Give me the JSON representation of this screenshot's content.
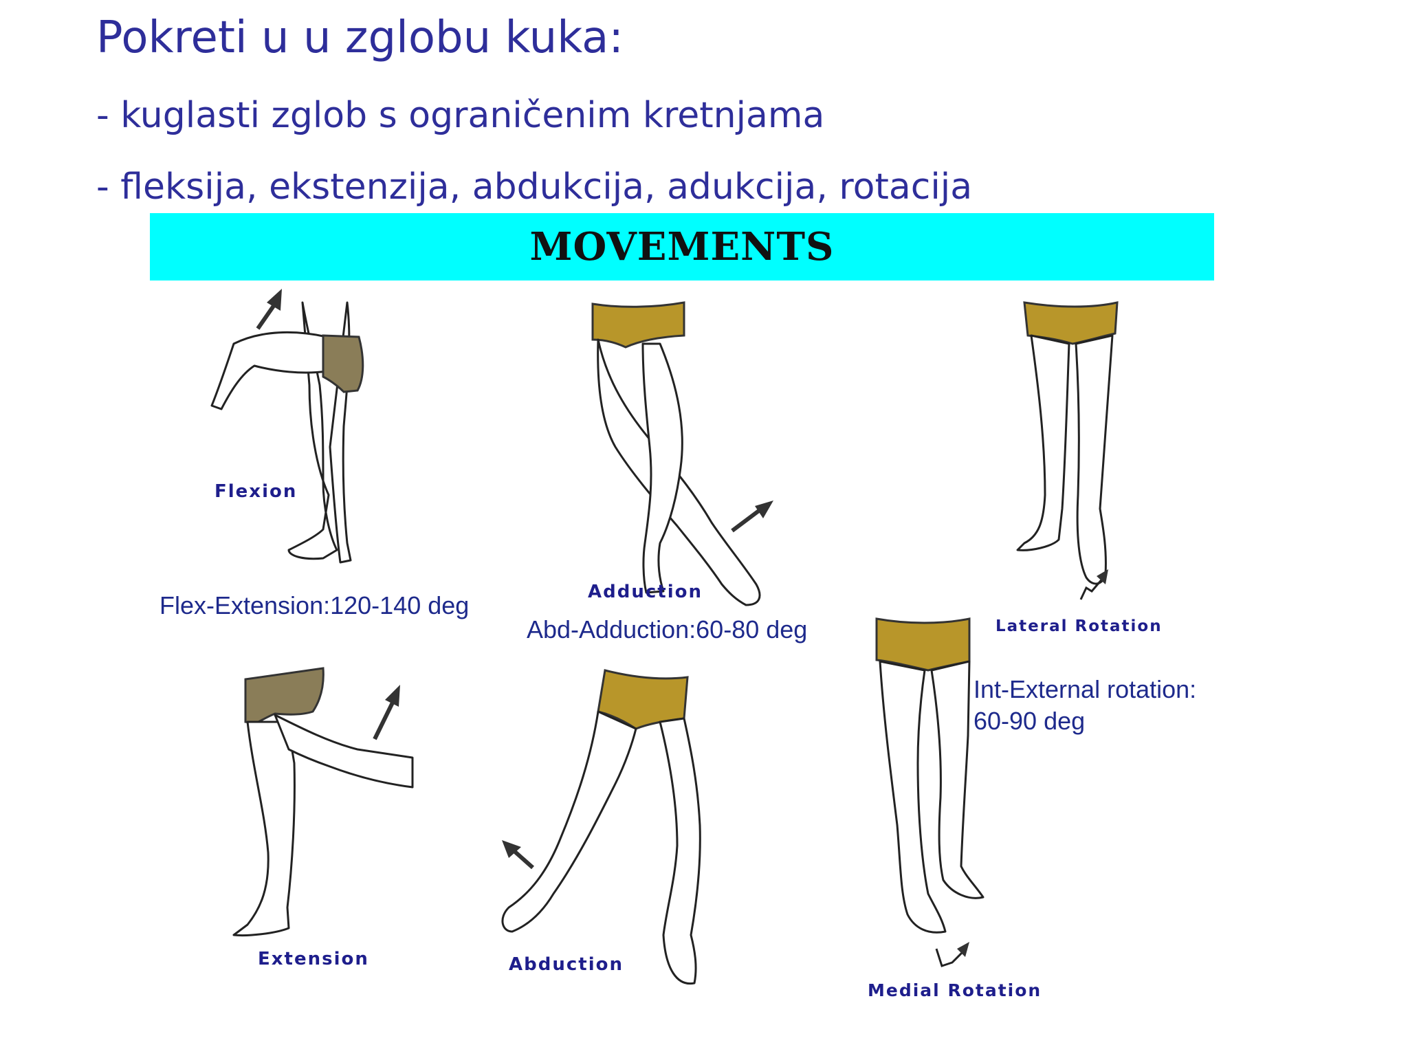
{
  "slide": {
    "title": "Pokreti u u zglobu kuka:",
    "bullets": [
      "- kuglasti zglob s ograničenim kretnjama",
      "- fleksija, ekstenzija, abdukcija, adukcija, rotacija"
    ]
  },
  "figure": {
    "banner": "MOVEMENTS",
    "movements": {
      "flexion": "Flexion",
      "extension": "Extension",
      "adduction": "Adduction",
      "abduction": "Abduction",
      "lateral_rotation": "Lateral Rotation",
      "medial_rotation": "Medial Rotation"
    },
    "ranges": {
      "flex_extension": "Flex-Extension:120-140 deg",
      "abd_adduction": "Abd-Adduction:60-80 deg",
      "rotation_line1": "Int-External rotation:",
      "rotation_line2": "60-90 deg"
    }
  },
  "colors": {
    "title_text": "#2e2e9a",
    "banner_bg": "#00ffff",
    "label_text": "#1e1e8c",
    "shorts_gold": "#b8962a",
    "shorts_grey": "#8a7d58"
  }
}
